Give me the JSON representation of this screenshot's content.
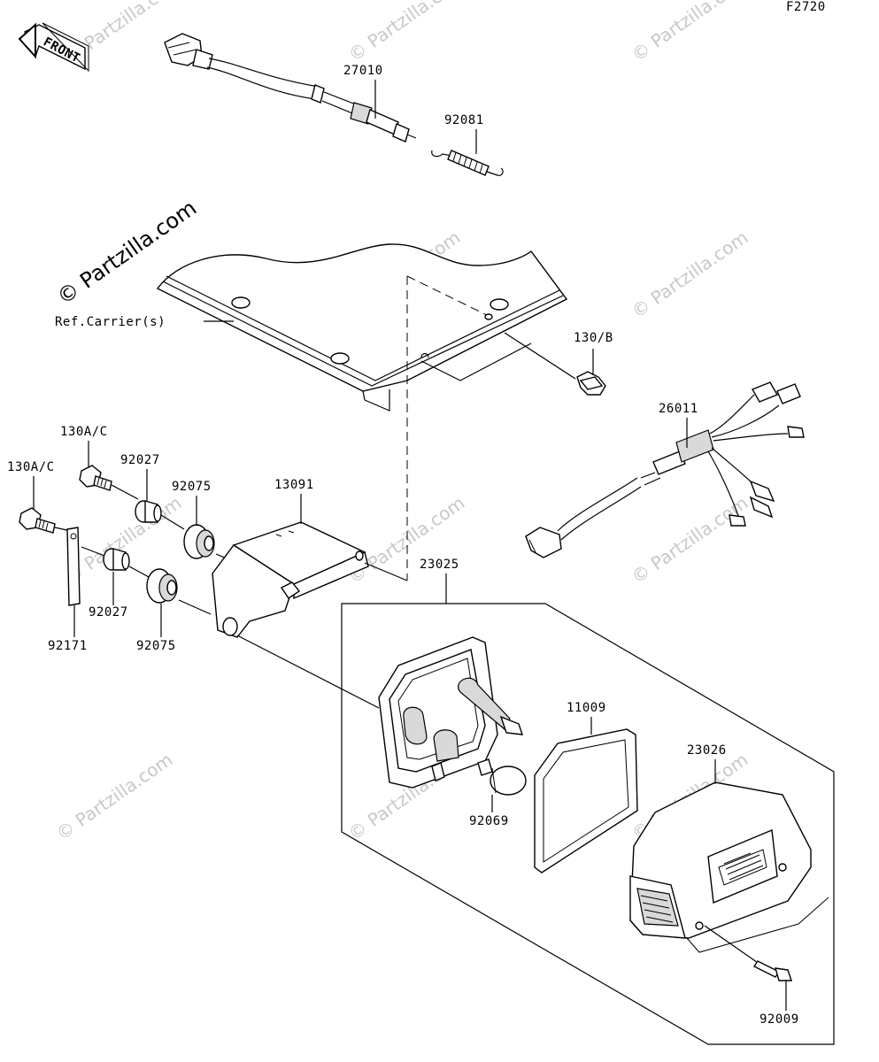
{
  "figure_code": "F2720",
  "front_label": "FRONT",
  "watermark": "© Partzilla.com",
  "ref_label": "Ref.Carrier(s)",
  "callouts": {
    "c27010": "27010",
    "c92081": "92081",
    "c130b": "130/B",
    "c26011": "26011",
    "c130ac_a": "130A/C",
    "c130ac_b": "130A/C",
    "c92027_a": "92027",
    "c92027_b": "92027",
    "c92075_a": "92075",
    "c92075_b": "92075",
    "c13091": "13091",
    "c92171": "92171",
    "c23025": "23025",
    "c11009": "11009",
    "c92069": "92069",
    "c23026": "23026",
    "c92009": "92009"
  }
}
